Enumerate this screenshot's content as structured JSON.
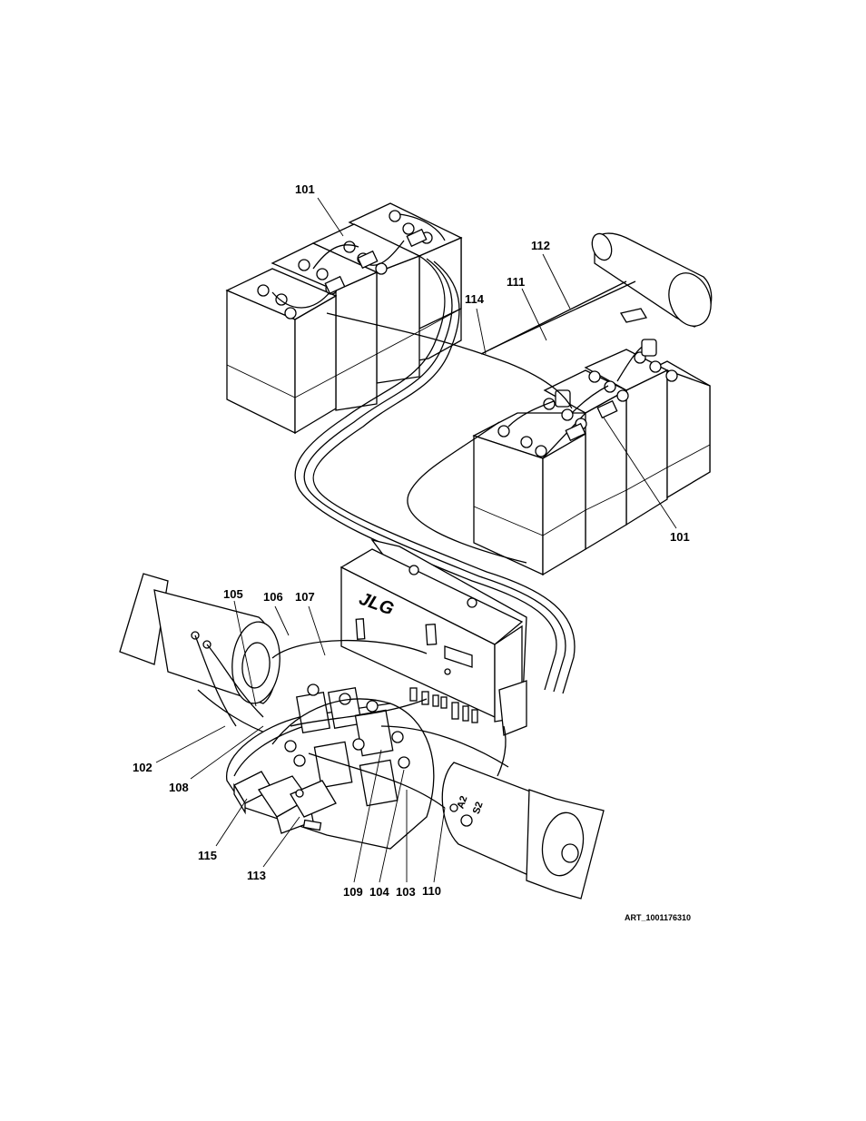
{
  "callouts": {
    "c101a": "101",
    "c101b": "101",
    "c102": "102",
    "c103": "103",
    "c104": "104",
    "c105": "105",
    "c106": "106",
    "c107": "107",
    "c108": "108",
    "c109": "109",
    "c110": "110",
    "c111": "111",
    "c112": "112",
    "c113": "113",
    "c114": "114",
    "c115": "115"
  },
  "brand_logo": "JLG",
  "art_id": "ART_1001176310",
  "terminal_labels": {
    "s2": "S2",
    "a2": "A2"
  }
}
